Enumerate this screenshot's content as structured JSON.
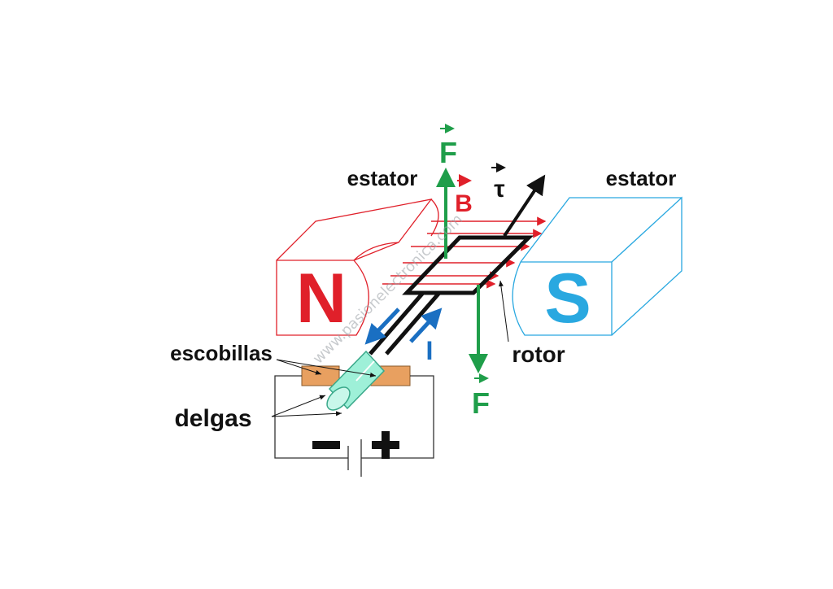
{
  "labels": {
    "stator_left": "estator",
    "stator_right": "estator",
    "brushes": "escobillas",
    "segments": "delgas",
    "rotor": "rotor"
  },
  "poles": {
    "north": "N",
    "south": "S"
  },
  "vectors": {
    "force_top": "F",
    "force_bottom": "F",
    "field": "B",
    "current": "I",
    "torque": "τ"
  },
  "battery": {
    "negative": "−",
    "positive": "+"
  },
  "watermark": "www.pasionelectronica.com",
  "colors": {
    "north": "#e0202a",
    "south": "#29a8e0",
    "force": "#1f9e4a",
    "field": "#e0202a",
    "current": "#1a6fc2",
    "brush": "#e8a060",
    "commutator": "#9ef0d8"
  }
}
